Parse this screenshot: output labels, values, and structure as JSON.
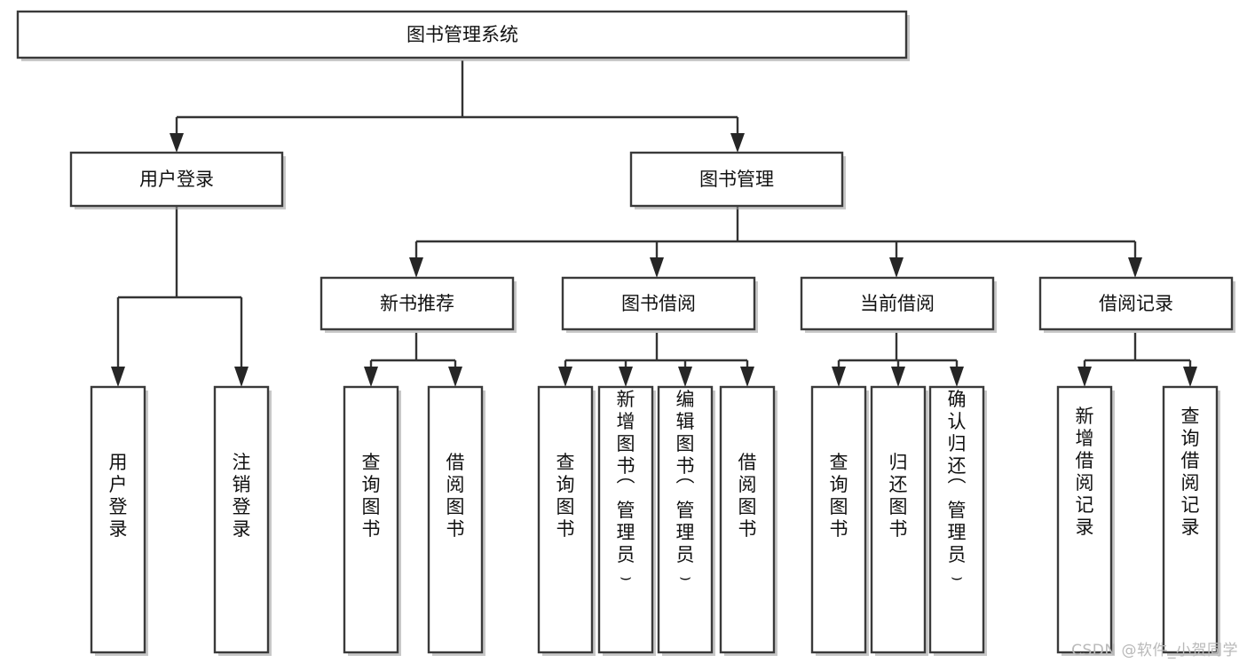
{
  "diagram": {
    "type": "tree",
    "title": "图书管理系统",
    "orientation": "top-down",
    "watermark": "CSDN @软件_小贺同学",
    "colors": {
      "box_stroke": "#3a3a3a",
      "box_fill": "#ffffff",
      "line": "#333333",
      "arrow": "#262626",
      "text": "#111111",
      "watermark": "#b9b9b9",
      "background": "#ffffff"
    },
    "nodes": {
      "root": {
        "label": "图书管理系统",
        "level": 1,
        "orient": "horizontal"
      },
      "l2": [
        {
          "id": "user-login",
          "label": "用户登录",
          "orient": "horizontal"
        },
        {
          "id": "book-manage",
          "label": "图书管理",
          "orient": "horizontal"
        }
      ],
      "l3": [
        {
          "id": "new-book-recommend",
          "label": "新书推荐",
          "orient": "horizontal"
        },
        {
          "id": "book-borrow",
          "label": "图书借阅",
          "orient": "horizontal"
        },
        {
          "id": "current-borrow",
          "label": "当前借阅",
          "orient": "horizontal"
        },
        {
          "id": "borrow-record",
          "label": "借阅记录",
          "orient": "horizontal"
        }
      ],
      "leaves": {
        "user-login": [
          {
            "id": "leaf-user-login",
            "label": "用户登录",
            "orient": "vertical"
          },
          {
            "id": "leaf-logout-login",
            "label": "注销登录",
            "orient": "vertical"
          }
        ],
        "new-book-recommend": [
          {
            "id": "leaf-query-book-1",
            "label": "查询图书",
            "orient": "vertical"
          },
          {
            "id": "leaf-borrow-book-1",
            "label": "借阅图书",
            "orient": "vertical"
          }
        ],
        "book-borrow": [
          {
            "id": "leaf-query-book-2",
            "label": "查询图书",
            "orient": "vertical"
          },
          {
            "id": "leaf-add-book-admin",
            "label": "新增图书（管理员）",
            "orient": "vertical"
          },
          {
            "id": "leaf-edit-book-admin",
            "label": "编辑图书（管理员）",
            "orient": "vertical"
          },
          {
            "id": "leaf-borrow-book-2",
            "label": "借阅图书",
            "orient": "vertical"
          }
        ],
        "current-borrow": [
          {
            "id": "leaf-query-book-3",
            "label": "查询图书",
            "orient": "vertical"
          },
          {
            "id": "leaf-return-book",
            "label": "归还图书",
            "orient": "vertical"
          },
          {
            "id": "leaf-confirm-return-admin",
            "label": "确认归还（管理员）",
            "orient": "vertical"
          }
        ],
        "borrow-record": [
          {
            "id": "leaf-add-borrow-record",
            "label": "新增借阅记录",
            "orient": "vertical"
          },
          {
            "id": "leaf-query-borrow-record",
            "label": "查询借阅记录",
            "orient": "vertical"
          }
        ]
      }
    }
  }
}
